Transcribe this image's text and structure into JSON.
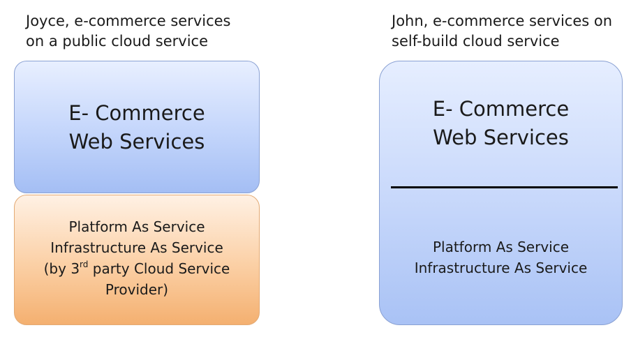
{
  "left": {
    "caption": [
      "Joyce, e-commerce services",
      "on a public cloud service"
    ],
    "top_box": [
      "E- Commerce",
      "Web Services"
    ],
    "bottom_box": {
      "line1": "Platform As Service",
      "line2": "Infrastructure As Service",
      "line3_prefix": "(by 3",
      "line3_sup": "rd",
      "line3_suffix": " party Cloud Service",
      "line4": "Provider)"
    }
  },
  "right": {
    "caption": [
      "John, e-commerce services on",
      "self-build cloud service"
    ],
    "top_text": [
      "E- Commerce",
      "Web Services"
    ],
    "bottom_text": [
      "Platform As Service",
      "Infrastructure As Service"
    ]
  },
  "colors": {
    "blue_box": "#c3d5fb",
    "orange_box": "#fbcfa4",
    "divider": "#000000"
  }
}
